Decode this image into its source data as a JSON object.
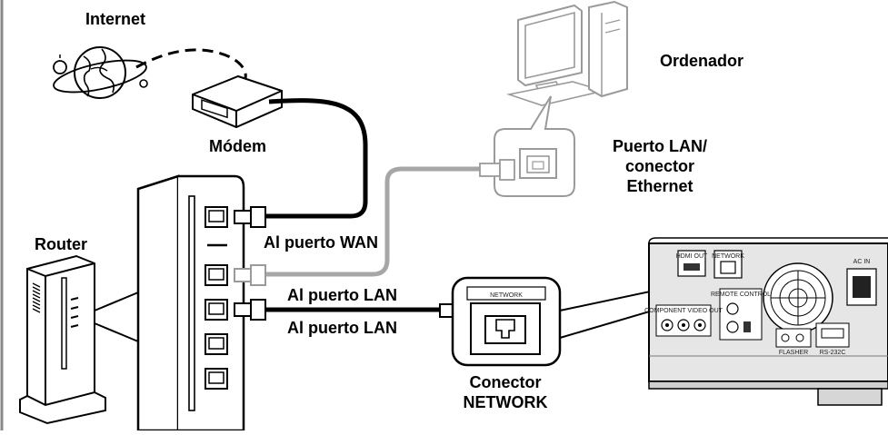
{
  "labels": {
    "internet": "Internet",
    "modem": "Módem",
    "computer": "Ordenador",
    "lan_port_line1": "Puerto LAN/",
    "lan_port_line2": "conector",
    "lan_port_line3": "Ethernet",
    "router": "Router",
    "wan_port": "Al puerto WAN",
    "lan_port_a": "Al puerto LAN",
    "lan_port_b": "Al puerto LAN",
    "connector_line1": "Conector",
    "connector_line2": "NETWORK",
    "network_jack": "NETWORK"
  },
  "device_panel": {
    "hdmi_out": "HDMI OUT",
    "network": "NETWORK",
    "ac_in": "AC IN",
    "remote_control": "REMOTE CONTROL",
    "component_video_out": "COMPONENT VIDEO OUT",
    "rs232c": "RS-232C",
    "flasher": "FLASHER"
  },
  "colors": {
    "cable_black": "#000000",
    "cable_gray": "#a6a6a6",
    "line": "#000000",
    "device_body": "#e6e6e6"
  }
}
